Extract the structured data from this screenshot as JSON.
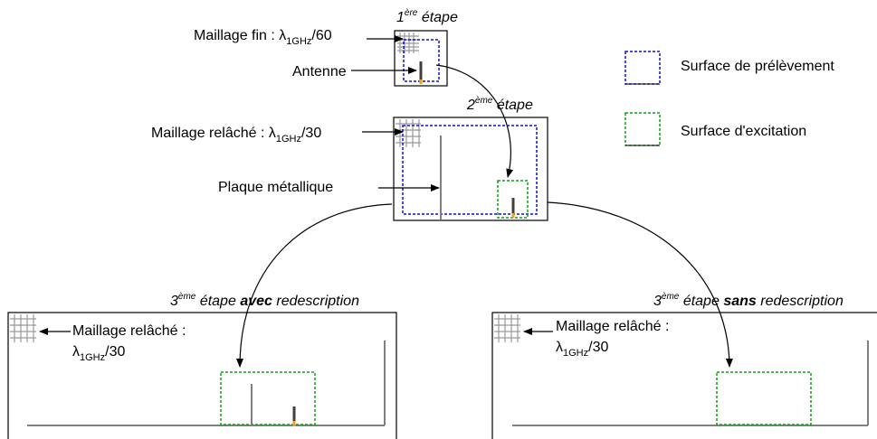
{
  "step1": {
    "num": "1",
    "sup": "ère",
    "word": "étape"
  },
  "step2": {
    "num": "2",
    "sup": "ème",
    "word": "étape"
  },
  "step3a": {
    "num": "3",
    "sup": "ème",
    "word": "étape",
    "mode": "avec",
    "tail": "redescription"
  },
  "step3b": {
    "num": "3",
    "sup": "ème",
    "word": "étape",
    "mode": "sans",
    "tail": "redescription"
  },
  "labels": {
    "fine_mesh_prefix": "Maillage fin : λ",
    "fine_mesh_sub": "1GHz",
    "fine_mesh_suffix": "/60",
    "antenna": "Antenne",
    "relaxed_mesh_prefix": "Maillage relâché : λ",
    "relaxed_mesh_sub": "1GHz",
    "relaxed_mesh_suffix": "/30",
    "metal_plate": "Plaque métallique",
    "relaxed_mesh_line1": "Maillage relâché :",
    "lambda": "λ",
    "sub_1ghz": "1GHz",
    "suffix_30": "/30"
  },
  "legend": [
    {
      "label": "Surface de prélèvement",
      "color": "#1010d0"
    },
    {
      "label": "Surface d'excitation",
      "color": "#10a010"
    }
  ],
  "colors": {
    "grid": "#999999",
    "plate": "#808080",
    "antenna": "#404040",
    "feed": "#f0a020"
  }
}
